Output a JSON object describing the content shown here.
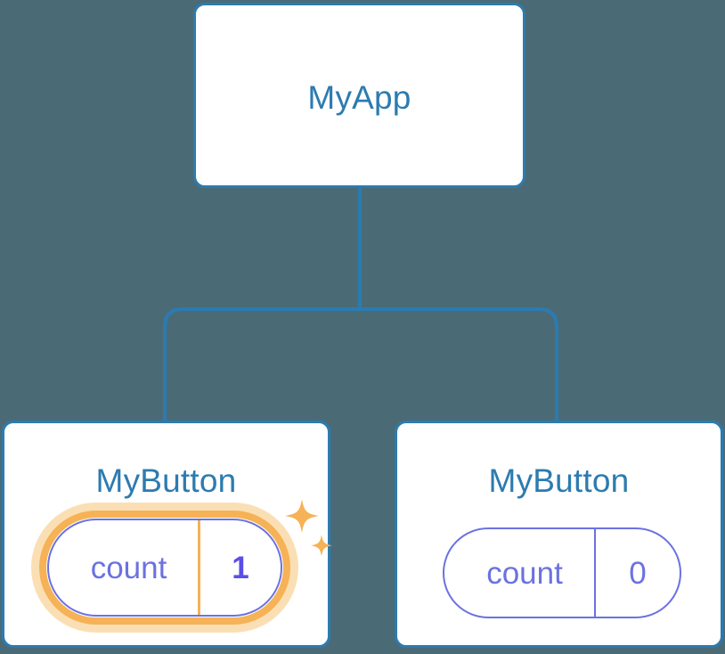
{
  "diagram": {
    "type": "component-tree",
    "title_node": "MyApp",
    "background_color": "#4a6b76",
    "node_border_color": "#2c7bb0",
    "node_title_color": "#2c7bb0",
    "connector_color": "#2c7bb0",
    "state_color": "#6b72e0",
    "highlight_color": "#f5b256",
    "highlight_glow_color": "#fbdfb4",
    "highlight_value_color": "#5b4fe8"
  },
  "root": {
    "label": "MyApp"
  },
  "children": [
    {
      "label": "MyButton",
      "state": {
        "key": "count",
        "value": "1"
      },
      "highlighted": true,
      "sparkle_icons": [
        "sparkle-large-icon",
        "sparkle-small-icon"
      ]
    },
    {
      "label": "MyButton",
      "state": {
        "key": "count",
        "value": "0"
      },
      "highlighted": false
    }
  ]
}
